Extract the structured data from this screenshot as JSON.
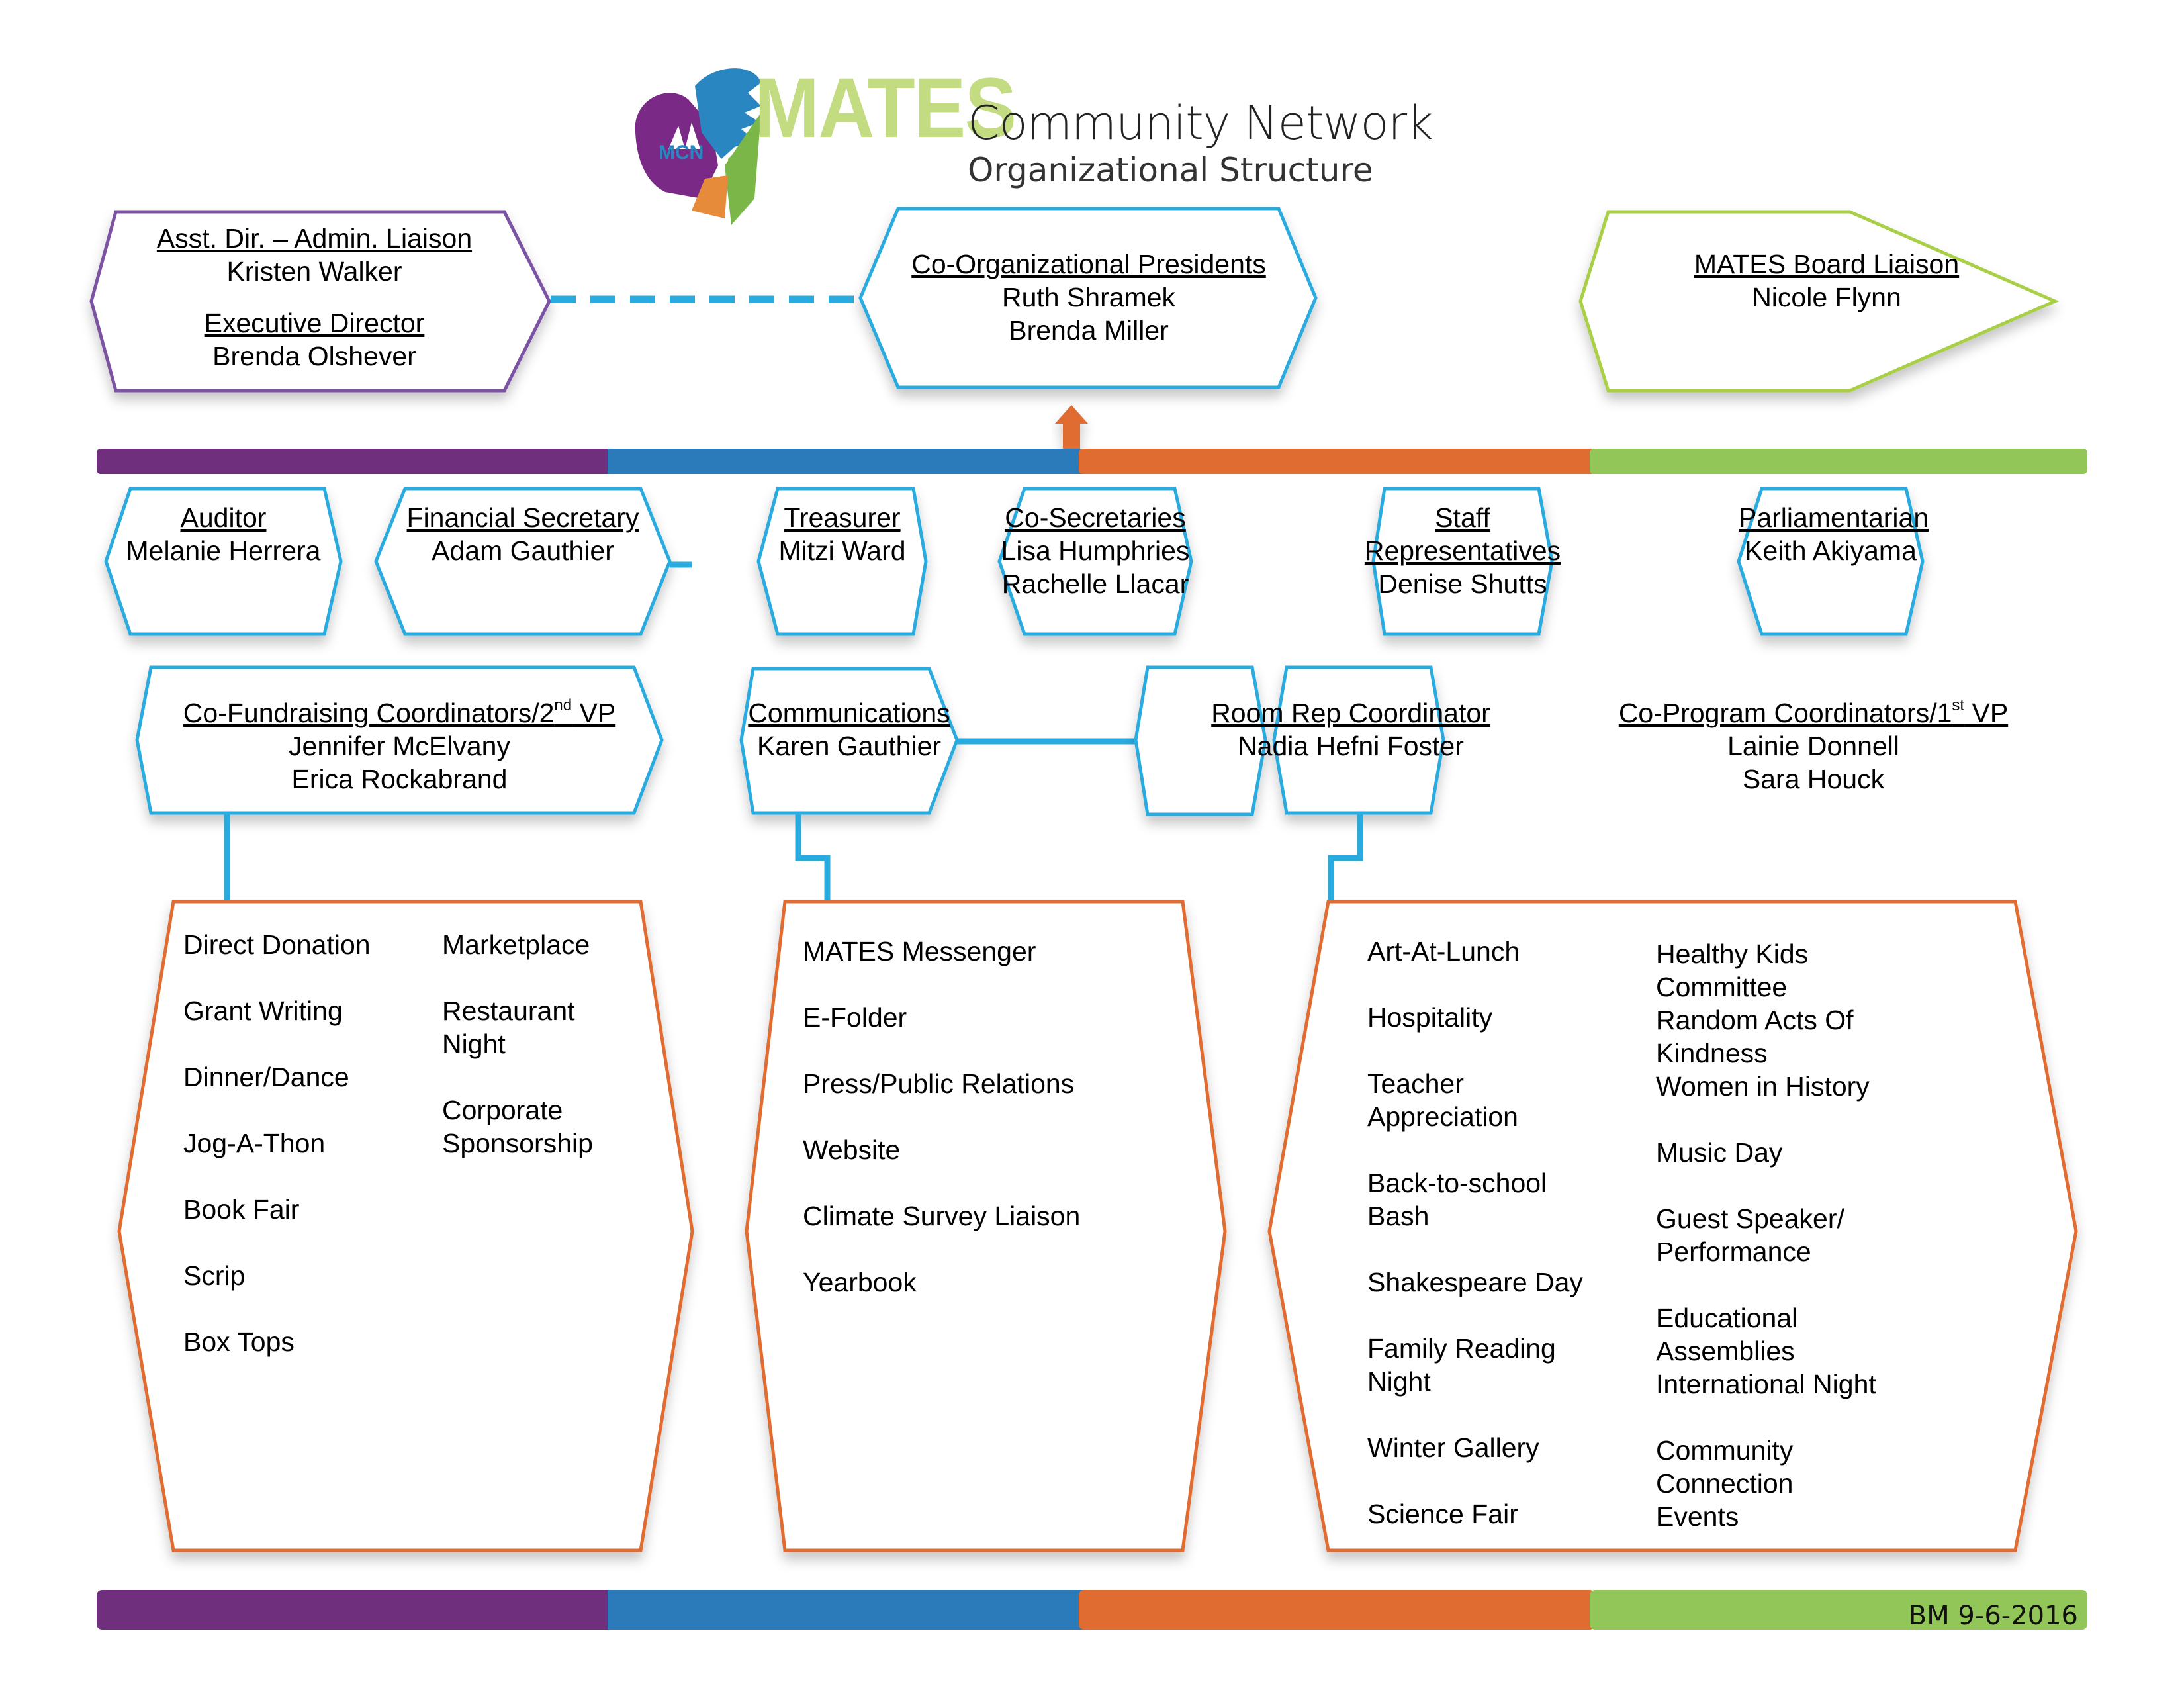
{
  "header": {
    "logo_word": "MATES",
    "logo_badge": "MCN",
    "title": "Community Network",
    "subtitle": "Organizational Structure"
  },
  "colors": {
    "purple": "#6f2f7d",
    "blue": "#2b7bbb",
    "orange": "#e06c31",
    "green": "#93c659",
    "cyan_border": "#2aabe0",
    "admin_border": "#7b52a3",
    "board_border": "#a8cf45",
    "logo_green": "#c3dc82"
  },
  "top_row": [
    {
      "roles": [
        {
          "title": "Asst. Dir. – Admin. Liaison",
          "names": [
            "Kristen Walker"
          ]
        },
        {
          "title": "Executive Director",
          "names": [
            "Brenda Olshever"
          ]
        }
      ]
    },
    {
      "roles": [
        {
          "title": "Co-Organizational Presidents",
          "names": [
            "Ruth Shramek",
            "Brenda Miller"
          ]
        }
      ]
    },
    {
      "roles": [
        {
          "title": "MATES Board Liaison",
          "names": [
            "Nicole Flynn"
          ]
        }
      ]
    }
  ],
  "officers": [
    {
      "title": "Auditor",
      "names": [
        "Melanie Herrera"
      ]
    },
    {
      "title": "Financial Secretary",
      "names": [
        "Adam Gauthier"
      ]
    },
    {
      "title": "Treasurer",
      "names": [
        "Mitzi Ward"
      ]
    },
    {
      "title": "Co-Secretaries",
      "names": [
        "Lisa Humphries",
        "Rachelle Llacar"
      ]
    },
    {
      "title": "Staff Representatives",
      "names": [
        "Denise Shutts"
      ]
    },
    {
      "title": "Parliamentarian",
      "names": [
        "Keith Akiyama"
      ]
    }
  ],
  "coordinators": [
    {
      "title": "Co-Fundraising Coordinators/2",
      "title_sup": "nd",
      "title_suffix": " VP",
      "names": [
        "Jennifer McElvany",
        "Erica Rockabrand"
      ]
    },
    {
      "title": "Communications",
      "title_sup": "",
      "title_suffix": "",
      "names": [
        "Karen Gauthier"
      ]
    },
    {
      "title": "Room Rep Coordinator",
      "title_sup": "",
      "title_suffix": "",
      "names": [
        "Nadia Hefni Foster"
      ]
    },
    {
      "title": "Co-Program Coordinators/1",
      "title_sup": "st",
      "title_suffix": " VP",
      "names": [
        "Lainie Donnell",
        "Sara Houck"
      ]
    }
  ],
  "committees": {
    "fundraising": {
      "col1": [
        "Direct Donation",
        "Grant Writing",
        "Dinner/Dance",
        "Jog-A-Thon",
        "Book Fair",
        "Scrip",
        "Box Tops"
      ],
      "col2": [
        "Marketplace",
        "Restaurant\nNight",
        "Corporate\nSponsorship"
      ]
    },
    "communications": {
      "col1": [
        "MATES Messenger",
        "E-Folder",
        "Press/Public Relations",
        "Website",
        "Climate Survey Liaison",
        "Yearbook"
      ]
    },
    "programs": {
      "col1": [
        "Art-At-Lunch",
        "Hospitality",
        "Teacher\nAppreciation",
        "Back-to-school\nBash",
        "Shakespeare Day",
        "Family Reading\nNight",
        "Winter Gallery",
        "Science Fair"
      ],
      "col2": [
        "Healthy Kids Committee",
        "Random Acts Of Kindness",
        "Women in History",
        "Music Day",
        "Guest Speaker/\nPerformance",
        "Educational Assemblies",
        "International Night",
        "Community Connection\nEvents"
      ]
    }
  },
  "footer": {
    "stamp": "BM  9-6-2016"
  }
}
